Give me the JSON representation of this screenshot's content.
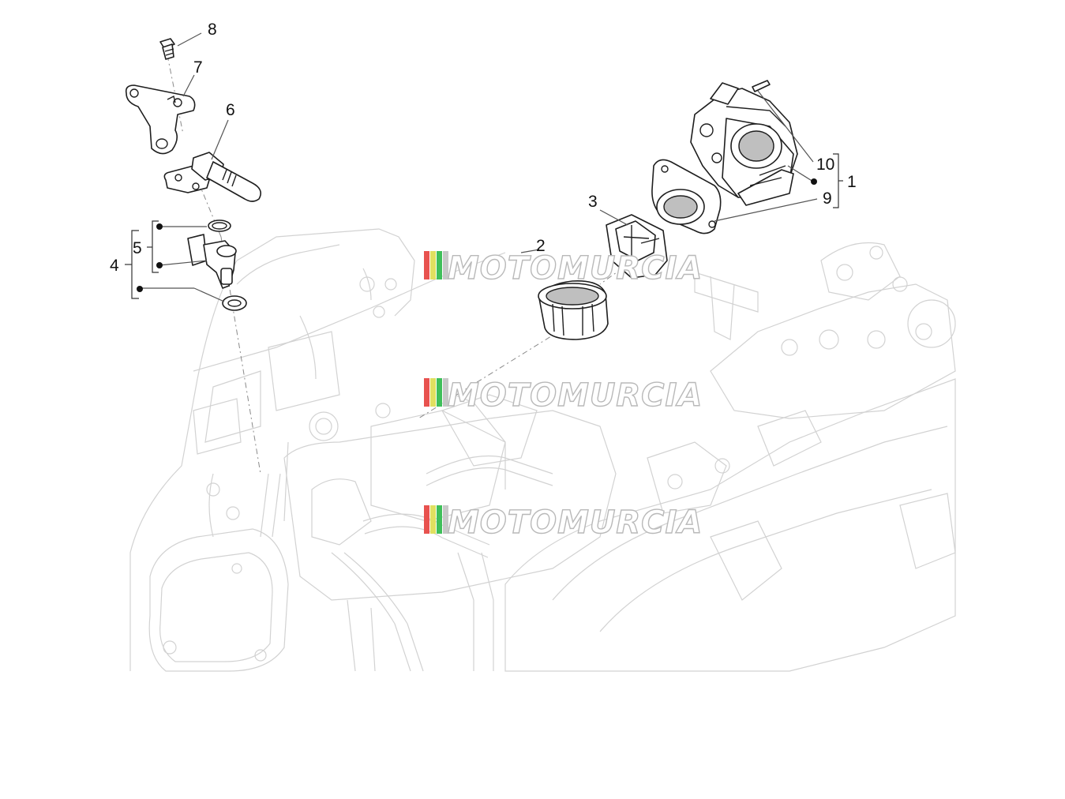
{
  "callouts": {
    "c1": "1",
    "c2": "2",
    "c3": "3",
    "c4": "4",
    "c5": "5",
    "c6": "6",
    "c7": "7",
    "c8": "8",
    "c9": "9",
    "c10": "10"
  },
  "watermark": {
    "text": "MOTOMURCIA",
    "stripe_colors": [
      "#e8524f",
      "#e0e060",
      "#3fbf5a",
      "#c8c8c8"
    ]
  }
}
